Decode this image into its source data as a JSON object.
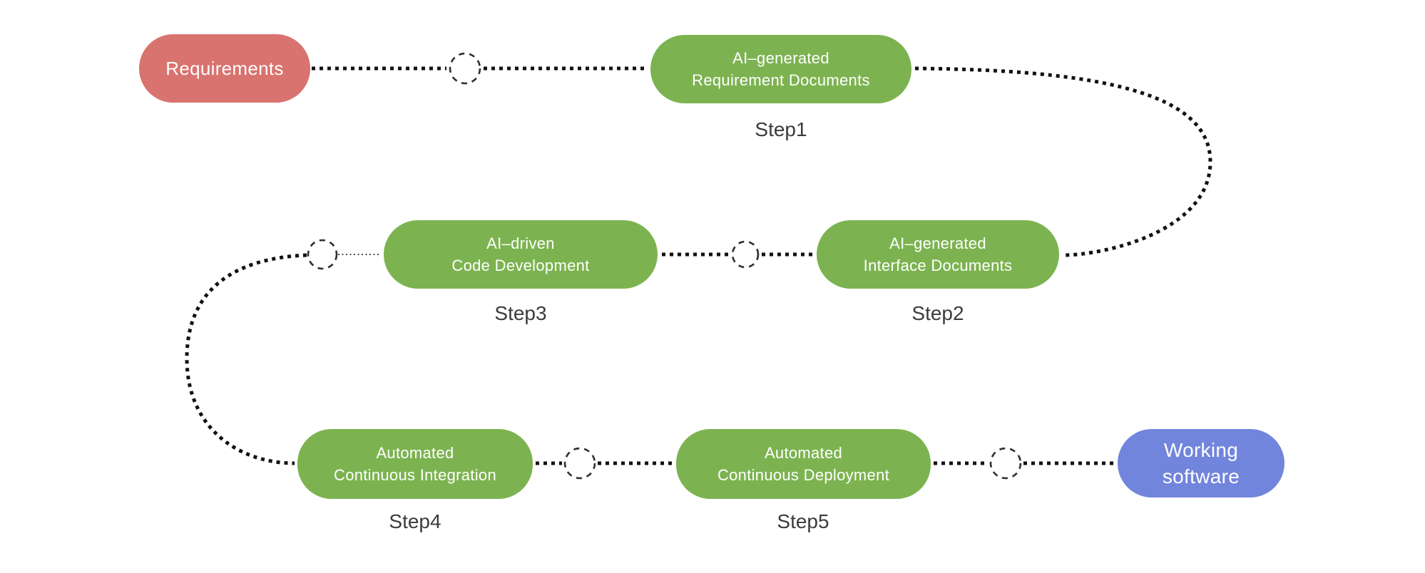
{
  "colors": {
    "start_node": "#d9736f",
    "process_node": "#7cb350",
    "end_node": "#7185dc",
    "node_text": "#ffffff",
    "step_label": "#3b3b3b",
    "connector": "#111111",
    "circle_stroke": "#2b2f36",
    "page_bg": "#ffffff"
  },
  "nodes": {
    "requirements": {
      "line1": "Requirements"
    },
    "step1": {
      "line1": "AI–generated",
      "line2": "Requirement Documents",
      "label": "Step1"
    },
    "step2": {
      "line1": "AI–generated",
      "line2": "Interface Documents",
      "label": "Step2"
    },
    "step3": {
      "line1": "AI–driven",
      "line2": "Code Development",
      "label": "Step3"
    },
    "step4": {
      "line1": "Automated",
      "line2": "Continuous Integration",
      "label": "Step4"
    },
    "step5": {
      "line1": "Automated",
      "line2": "Continuous Deployment",
      "label": "Step5"
    },
    "working_software": {
      "line1": "Working",
      "line2": "software"
    }
  }
}
